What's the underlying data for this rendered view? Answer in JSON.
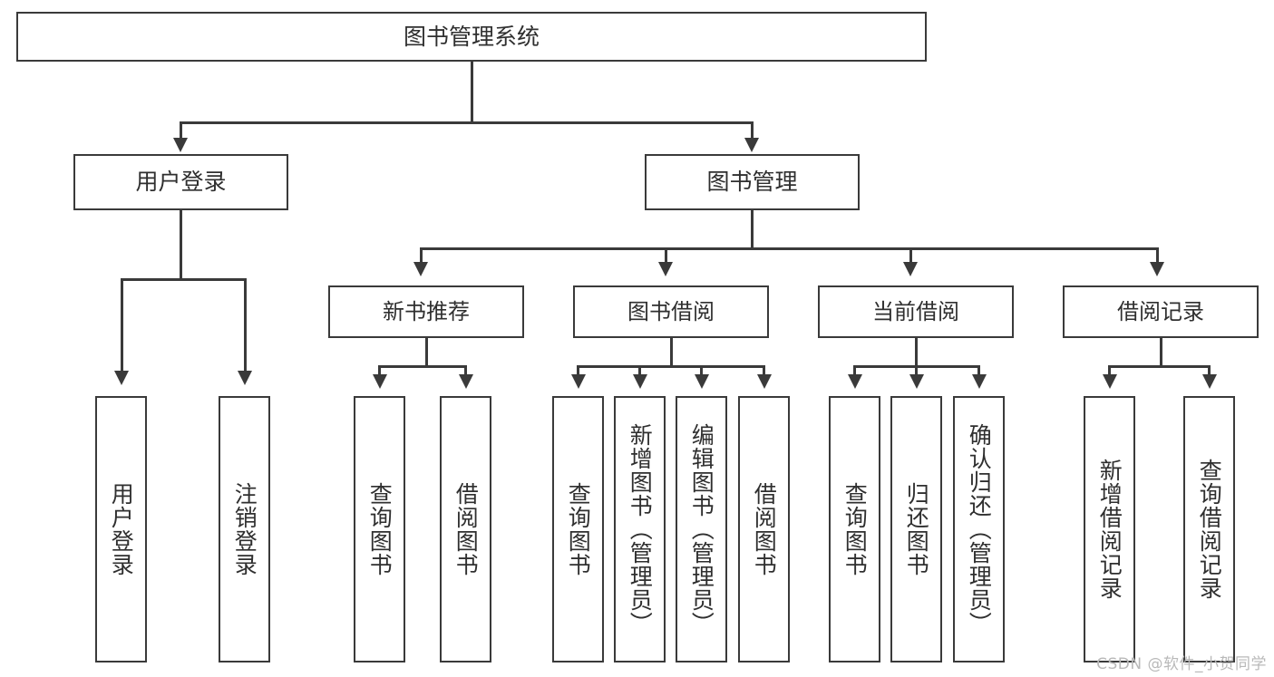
{
  "diagram": {
    "type": "tree-hierarchy-diagram",
    "title": "图书管理系统",
    "watermark": "CSDN @软件_小贺同学",
    "colors": {
      "background": "#ffffff",
      "box_fill": "#ffffff",
      "box_border": "#3a3a3a",
      "text": "#2f2f2f",
      "connector": "#3a3a3a",
      "watermark": "#b9b9b9"
    },
    "root": {
      "id": "root",
      "label": "图书管理系统"
    },
    "level2": [
      {
        "id": "user-login",
        "label": "用户登录"
      },
      {
        "id": "book-management",
        "label": "图书管理"
      }
    ],
    "level3": [
      {
        "id": "new-book-recommend",
        "label": "新书推荐"
      },
      {
        "id": "book-borrow",
        "label": "图书借阅"
      },
      {
        "id": "current-borrow",
        "label": "当前借阅"
      },
      {
        "id": "borrow-record",
        "label": "借阅记录"
      }
    ],
    "leaves": {
      "user_login": [
        {
          "id": "leaf-user-login",
          "label": "用户登录"
        },
        {
          "id": "leaf-logout-login",
          "label": "注销登录"
        }
      ],
      "new_book_recommend": [
        {
          "id": "leaf-query-book-1",
          "label": "查询图书"
        },
        {
          "id": "leaf-borrow-book-1",
          "label": "借阅图书"
        }
      ],
      "book_borrow": [
        {
          "id": "leaf-query-book-2",
          "label": "查询图书"
        },
        {
          "id": "leaf-add-book",
          "label": "新增图书（管理员）"
        },
        {
          "id": "leaf-edit-book",
          "label": "编辑图书（管理员）"
        },
        {
          "id": "leaf-borrow-book-2",
          "label": "借阅图书"
        }
      ],
      "current_borrow": [
        {
          "id": "leaf-query-book-3",
          "label": "查询图书"
        },
        {
          "id": "leaf-return-book",
          "label": "归还图书"
        },
        {
          "id": "leaf-confirm-return",
          "label": "确认归还（管理员）"
        }
      ],
      "borrow_record": [
        {
          "id": "leaf-add-record",
          "label": "新增借阅记录"
        },
        {
          "id": "leaf-query-record",
          "label": "查询借阅记录"
        }
      ]
    }
  }
}
